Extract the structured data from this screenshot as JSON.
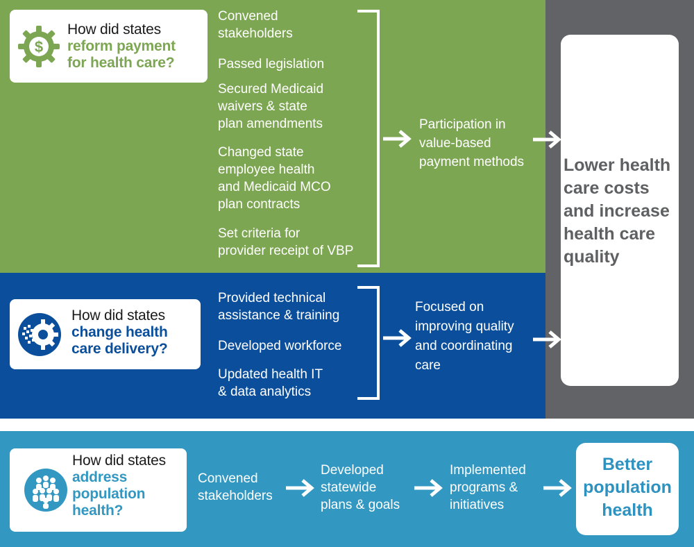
{
  "payment": {
    "question_prefix": "How did states",
    "question_lines": [
      "reform payment",
      "for health care?"
    ],
    "icon": "dollar-gear-icon",
    "accent": "#7da653",
    "items": [
      [
        "Convened",
        "stakeholders"
      ],
      [
        "Passed legislation"
      ],
      [
        "Secured Medicaid",
        "waivers & state",
        "plan amendments"
      ],
      [
        "Changed state",
        "employee health",
        "and Medicaid MCO",
        "plan contracts"
      ],
      [
        "Set criteria for",
        "provider receipt of VBP"
      ]
    ],
    "outcome": [
      "Participation in",
      "value-based",
      "payment methods"
    ]
  },
  "delivery": {
    "question_prefix": "How did states",
    "question_lines": [
      "change health",
      "care delivery?"
    ],
    "icon": "digital-gear-icon",
    "accent": "#0b4f9c",
    "items": [
      [
        "Provided technical",
        "assistance & training"
      ],
      [
        "Developed workforce"
      ],
      [
        "Updated health IT",
        "& data analytics"
      ]
    ],
    "outcome": [
      "Focused on",
      "improving quality",
      "and coordinating",
      "care"
    ]
  },
  "result": {
    "lines": [
      "Lower health",
      "care costs",
      "and increase",
      "health care",
      "quality"
    ],
    "color": "#5f6062"
  },
  "population": {
    "question_prefix": "How did states",
    "question_lines": [
      "address",
      "population",
      "health?"
    ],
    "icon": "people-group-icon",
    "accent": "#3298c2",
    "steps": [
      [
        "Convened",
        "stakeholders"
      ],
      [
        "Developed",
        "statewide",
        "plans & goals"
      ],
      [
        "Implemented",
        "programs &",
        "initiatives"
      ]
    ],
    "result_lines": [
      "Better",
      "population",
      "health"
    ]
  }
}
